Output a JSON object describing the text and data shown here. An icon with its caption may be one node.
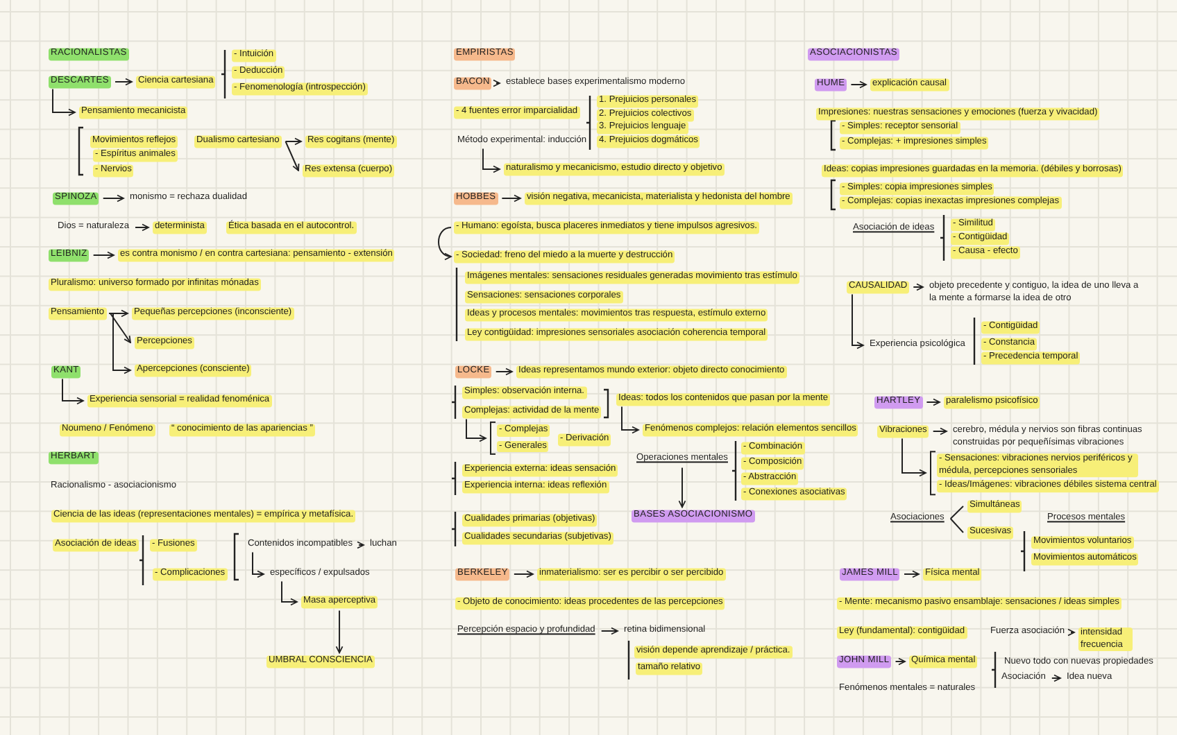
{
  "diagram": {
    "nodes": [
      {
        "text": [
          "DESCARTES"
        ]
      },
      {
        "text": [
          "Ciencia cartesiana"
        ]
      },
      {
        "text": [
          "Pensamiento mecanicista"
        ]
      },
      {
        "text": [
          "Dualismo cartesiano"
        ]
      },
      {
        "text": [
          "Res cogitans (mente)"
        ]
      },
      {
        "text": [
          "Res extensa (cuerpo)"
        ]
      },
      {
        "text": [
          "SPINOZA"
        ]
      },
      {
        "text": [
          "monismo = rechaza dualidad"
        ]
      },
      {
        "text": [
          "Dios = naturaleza"
        ]
      },
      {
        "text": [
          "determinista"
        ]
      },
      {
        "text": [
          "LEIBNIZ"
        ]
      },
      {
        "text": [
          "es contra monismo / en contra cartesiana: pensamiento - extensión"
        ]
      },
      {
        "text": [
          "Pensamiento"
        ]
      },
      {
        "text": [
          "Pequeñas percepciones (inconsciente)"
        ]
      },
      {
        "text": [
          "Percepciones"
        ]
      },
      {
        "text": [
          "Apercepciones (consciente)"
        ]
      },
      {
        "text": [
          "KANT"
        ]
      },
      {
        "text": [
          "Experiencia sensorial = realidad fenoménica"
        ]
      },
      {
        "text": [
          "Contenidos incompatibles"
        ]
      },
      {
        "text": [
          "luchan"
        ]
      },
      {
        "text": [
          "específicos / expulsados"
        ]
      },
      {
        "text": [
          "Masa aperceptiva"
        ]
      },
      {
        "text": [
          "UMBRAL CONSCIENCIA"
        ]
      },
      {
        "text": [
          "BACON"
        ]
      },
      {
        "text": [
          "establece bases experimentalismo moderno"
        ]
      },
      {
        "text": [
          "Método experimental: inducción"
        ]
      },
      {
        "text": [
          "naturalismo y mecanicismo, estudio directo y objetivo"
        ]
      },
      {
        "text": [
          "HOBBES"
        ]
      },
      {
        "text": [
          "visión negativa, mecanicista, materialista y hedonista del hombre"
        ]
      },
      {
        "text": [
          "- Humano: egoísta, busca placeres inmediatos y tiene impulsos agresivos."
        ]
      },
      {
        "text": [
          "- Sociedad: freno del miedo a la muerte y destrucción"
        ]
      },
      {
        "text": [
          "LOCKE"
        ]
      },
      {
        "text": [
          "Ideas representamos mundo exterior: objeto directo conocimiento"
        ]
      },
      {
        "text": [
          "Ideas: todos los contenidos que pasan por la mente"
        ]
      },
      {
        "text": [
          "Fenómenos complejos: relación elementos sencillos"
        ]
      },
      {
        "text": [
          "Complejas: actividad de la mente"
        ]
      },
      {
        "text": [
          "- Complejas",
          "- Generales"
        ]
      },
      {
        "text": [
          "Operaciones mentales"
        ]
      },
      {
        "text": [
          "BASES ASOCIACIONISMO"
        ]
      },
      {
        "text": [
          "BERKELEY"
        ]
      },
      {
        "text": [
          "inmaterialismo: ser es percibir o ser percibido"
        ]
      },
      {
        "text": [
          "Percepción espacio y profundidad"
        ]
      },
      {
        "text": [
          "retina bidimensional"
        ]
      },
      {
        "text": [
          "HUME"
        ]
      },
      {
        "text": [
          "explicación causal"
        ]
      },
      {
        "text": [
          "CAUSALIDAD"
        ]
      },
      {
        "text": [
          "objeto precedente y contiguo, la idea de uno lleva a la mente a formarse la idea de otro"
        ]
      },
      {
        "text": [
          "Experiencia psicológica"
        ]
      },
      {
        "text": [
          "HARTLEY"
        ]
      },
      {
        "text": [
          "paralelismo psicofísico"
        ]
      },
      {
        "text": [
          "Vibraciones"
        ]
      },
      {
        "text": [
          "cerebro, médula y nervios son fibras continuas construidas por pequeñísimas vibraciones"
        ]
      },
      {
        "text": [
          "- Sensaciones: vibraciones nervios periféricos y médula, percepciones sensoriales",
          "- Ideas/Imágenes: vibraciones débiles sistema central"
        ]
      },
      {
        "text": [
          "Asociaciones"
        ]
      },
      {
        "text": [
          "Simultáneas"
        ]
      },
      {
        "text": [
          "Sucesivas"
        ]
      },
      {
        "text": [
          "JAMES MILL"
        ]
      },
      {
        "text": [
          "Física mental"
        ]
      },
      {
        "text": [
          "Fuerza asociación"
        ]
      },
      {
        "text": [
          "intensidad frecuencia"
        ]
      },
      {
        "text": [
          "JOHN MILL"
        ]
      },
      {
        "text": [
          "Química mental"
        ]
      },
      {
        "text": [
          "Asociación"
        ]
      },
      {
        "text": [
          "Idea nueva"
        ]
      }
    ],
    "edges": [
      {
        "from": 0,
        "to": 1,
        "arrow": "to"
      },
      {
        "from": 0,
        "to": 2,
        "arrow": "to"
      },
      {
        "from": 3,
        "to": 4,
        "arrow": "to"
      },
      {
        "from": 3,
        "to": 5,
        "arrow": "to"
      },
      {
        "from": 6,
        "to": 7,
        "arrow": "to"
      },
      {
        "from": 8,
        "to": 9,
        "arrow": "to"
      },
      {
        "from": 10,
        "to": 11,
        "arrow": "to"
      },
      {
        "from": 12,
        "to": 13,
        "arrow": "to"
      },
      {
        "from": 12,
        "to": 14,
        "arrow": "to"
      },
      {
        "from": 12,
        "to": 15,
        "arrow": "to"
      },
      {
        "from": 16,
        "to": 17,
        "arrow": "to"
      },
      {
        "from": 18,
        "to": 19,
        "arrow": "to"
      },
      {
        "from": 18,
        "to": 20,
        "arrow": "to"
      },
      {
        "from": 20,
        "to": 21,
        "arrow": "to"
      },
      {
        "from": 21,
        "to": 22,
        "arrow": "to"
      },
      {
        "from": 23,
        "to": 24,
        "arrow": "to"
      },
      {
        "from": 25,
        "to": 26,
        "arrow": "to"
      },
      {
        "from": 27,
        "to": 28,
        "arrow": "to"
      },
      {
        "from": 29,
        "to": 30,
        "arrow": "to"
      },
      {
        "from": 31,
        "to": 32,
        "arrow": "to"
      },
      {
        "from": 33,
        "to": 34,
        "arrow": "to"
      },
      {
        "from": 35,
        "to": 36,
        "arrow": "to"
      },
      {
        "from": 37,
        "to": 38,
        "arrow": "to"
      },
      {
        "from": 39,
        "to": 40,
        "arrow": "to"
      },
      {
        "from": 41,
        "to": 42,
        "arrow": "to"
      },
      {
        "from": 43,
        "to": 44,
        "arrow": "to"
      },
      {
        "from": 45,
        "to": 46,
        "arrow": "to"
      },
      {
        "from": 45,
        "to": 47,
        "arrow": "to"
      },
      {
        "from": 48,
        "to": 49,
        "arrow": "to"
      },
      {
        "from": 50,
        "to": 51,
        "arrow": "to"
      },
      {
        "from": 50,
        "to": 52,
        "arrow": "to"
      },
      {
        "from": 53,
        "to": 54,
        "arrow": "none"
      },
      {
        "from": 53,
        "to": 55,
        "arrow": "none"
      },
      {
        "from": 56,
        "to": 57,
        "arrow": "to"
      },
      {
        "from": 58,
        "to": 59,
        "arrow": "to"
      },
      {
        "from": 60,
        "to": 61,
        "arrow": "to"
      },
      {
        "from": 62,
        "to": 63,
        "arrow": "to"
      }
    ],
    "labels": [
      "RACIONALISTAS",
      "- Intuición",
      "- Deducción",
      "- Fenomenología (introspección)",
      "Movimientos reflejos",
      "- Espíritus animales",
      "- Nervios",
      "Ética basada en el autocontrol.",
      "Pluralismo: universo formado por infinitas mónadas",
      "Noumeno / Fenómeno",
      "“ conocimiento de las apariencias ”",
      "HERBART",
      "Racionalismo - asociacionismo",
      "Ciencia de las ideas (representaciones mentales) = empírica y metafísica.",
      "Asociación de ideas",
      "- Fusiones",
      "- Complicaciones",
      "EMPIRISTAS",
      "- 4 fuentes error imparcialidad",
      "1. Prejuicios personales",
      "2. Prejuicios colectivos",
      "3. Prejuicios lenguaje",
      "4. Prejuicios dogmáticos",
      "Imágenes mentales: sensaciones residuales generadas movimiento tras estímulo",
      "Sensaciones: sensaciones corporales",
      "Ideas y procesos mentales: movimientos tras respuesta, estímulo externo",
      "Ley contigüidad: impresiones sensoriales asociación coherencia temporal",
      "Simples: observación interna.",
      "- Derivación",
      "- Combinación",
      "- Composición",
      "- Abstracción",
      "- Conexiones asociativas",
      "Experiencia externa: ideas sensación",
      "Experiencia interna: ideas reflexión",
      "Cualidades primarias (objetivas)",
      "Cualidades secundarias (subjetivas)",
      "- Objeto de conocimiento: ideas procedentes de las percepciones",
      "visión depende aprendizaje / práctica.",
      "tamaño relativo",
      "ASOCIACIONISTAS",
      "Impresiones: nuestras sensaciones y emociones (fuerza y vivacidad)",
      "- Simples: receptor sensorial",
      "- Complejas: + impresiones simples",
      "Ideas: copias impresiones guardadas en la memoria. (débiles y borrosas)",
      "- Simples: copia impresiones simples",
      "- Complejas: copias inexactas impresiones complejas",
      "Asociación de ideas",
      "- Similitud",
      "- Contigüidad",
      "- Causa - efecto",
      "- Contigüidad",
      "- Constancia",
      "- Precedencia temporal",
      "Procesos mentales",
      "Movimientos voluntarios",
      "Movimientos automáticos",
      "- Mente: mecanismo pasivo ensamblaje: sensaciones / ideas simples",
      "Ley (fundamental): contigüidad",
      "Nuevo todo con nuevas propiedades",
      "Fenómenos mentales = naturales"
    ]
  }
}
